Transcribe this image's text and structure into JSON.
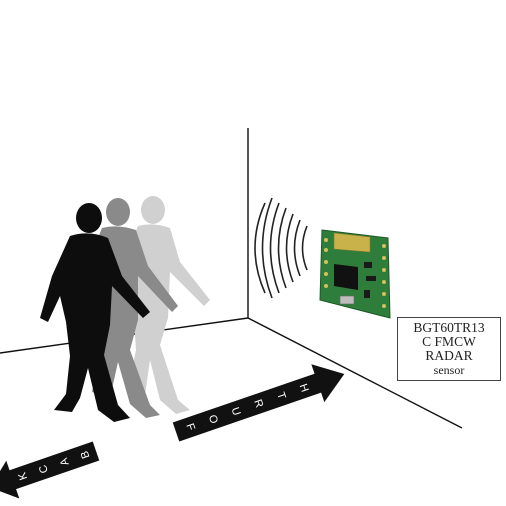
{
  "sensor_label": {
    "line1": "BGT60TR13",
    "line2": "C FMCW",
    "line3": "RADAR",
    "line4": "sensor"
  },
  "arrows": {
    "forward_letters": [
      "F",
      "O",
      "U",
      "R",
      "T",
      "H"
    ],
    "back_letters": [
      "B",
      "A",
      "C",
      "K"
    ]
  },
  "figures": {
    "count": 3,
    "colors": [
      "#0d0d0d",
      "#8a8a8a",
      "#cfcfcf"
    ]
  },
  "colors": {
    "board": "#2e7d3a",
    "board_light": "#4c9a4f",
    "chip": "#111111",
    "arrow": "#111111",
    "wave": "#222222"
  }
}
